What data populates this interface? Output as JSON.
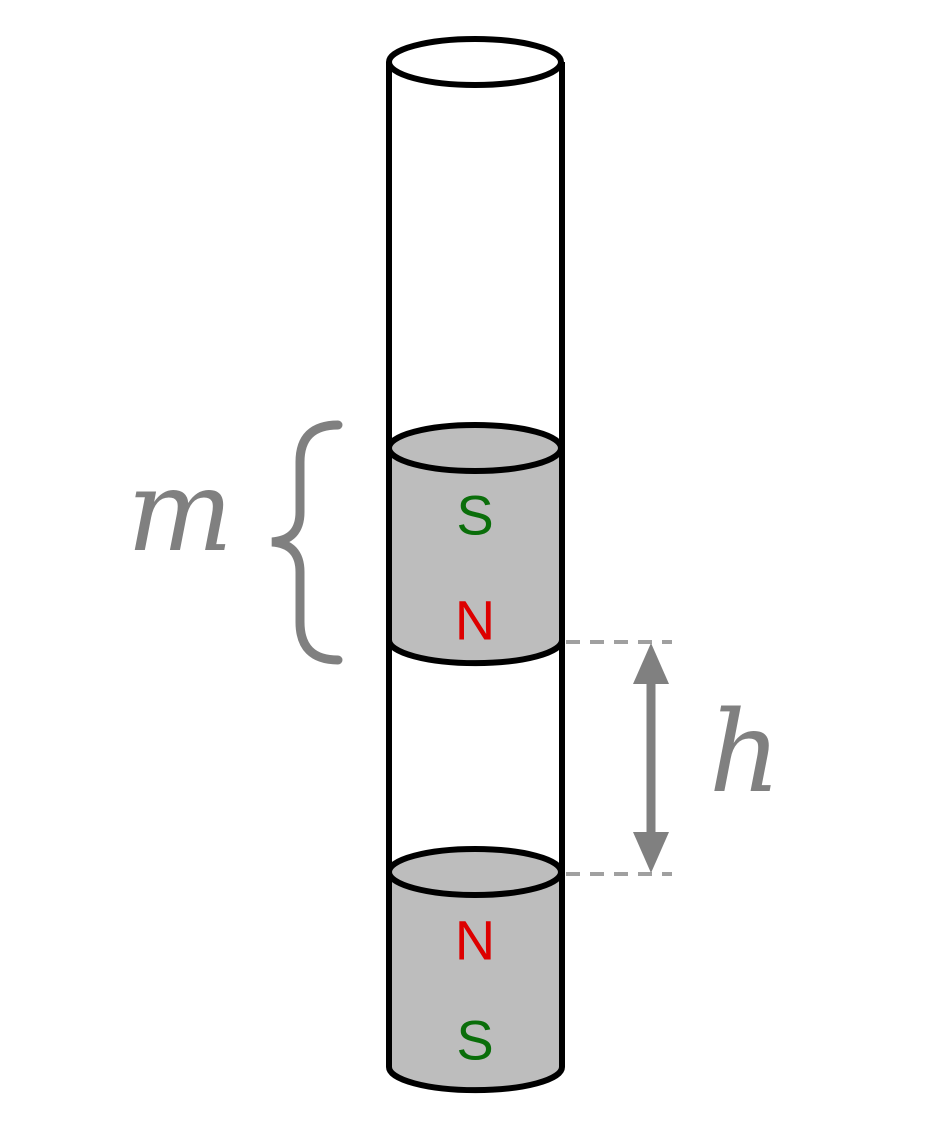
{
  "labels": {
    "mass": "m",
    "height": "h",
    "upper_magnet_top_pole": "S",
    "upper_magnet_bottom_pole": "N",
    "lower_magnet_top_pole": "N",
    "lower_magnet_bottom_pole": "S"
  },
  "colors": {
    "south_pole": "#0a6e0a",
    "north_pole": "#dd0000",
    "magnet_fill": "#bdbdbd",
    "annotation": "#808080",
    "outline": "#000000"
  }
}
